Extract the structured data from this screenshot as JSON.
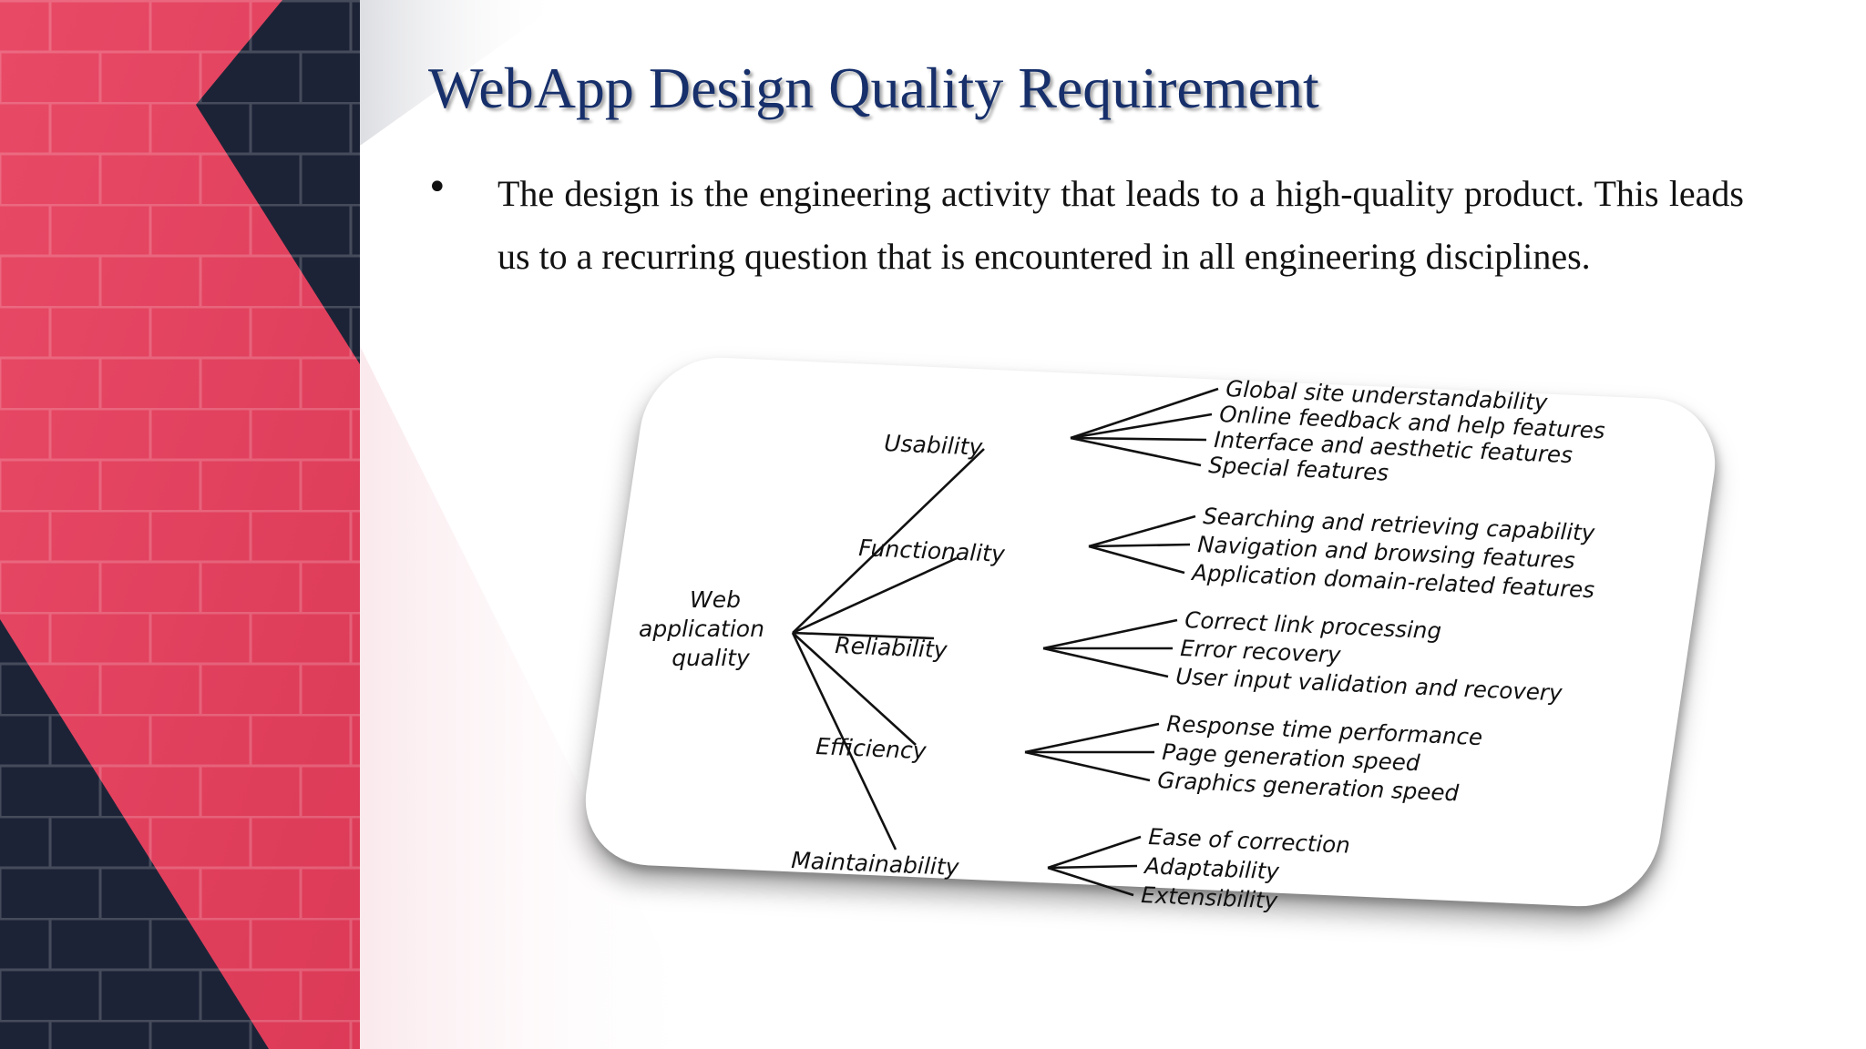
{
  "slide": {
    "title": "WebApp Design Quality Requirement",
    "bullet": "The design is the engineering activity that leads to a high-quality product. This leads us to a recurring question that is encountered in all engineering disciplines."
  },
  "diagram": {
    "root_lines": [
      "Web",
      "application",
      "quality"
    ],
    "categories": [
      {
        "name": "Usability",
        "leaves": [
          "Global site understandability",
          "Online feedback and help features",
          "Interface and aesthetic features",
          "Special features"
        ]
      },
      {
        "name": "Functionality",
        "leaves": [
          "Searching and retrieving capability",
          "Navigation and browsing features",
          "Application domain-related features"
        ]
      },
      {
        "name": "Reliability",
        "leaves": [
          "Correct link processing",
          "Error recovery",
          "User input validation and recovery"
        ]
      },
      {
        "name": "Efficiency",
        "leaves": [
          "Response time performance",
          "Page generation speed",
          "Graphics generation speed"
        ]
      },
      {
        "name": "Maintainability",
        "leaves": [
          "Ease of correction",
          "Adaptability",
          "Extensibility"
        ]
      }
    ]
  },
  "colors": {
    "title": "#17306b",
    "brick_red": "#e3435f",
    "brick_navy": "#1d2337"
  }
}
